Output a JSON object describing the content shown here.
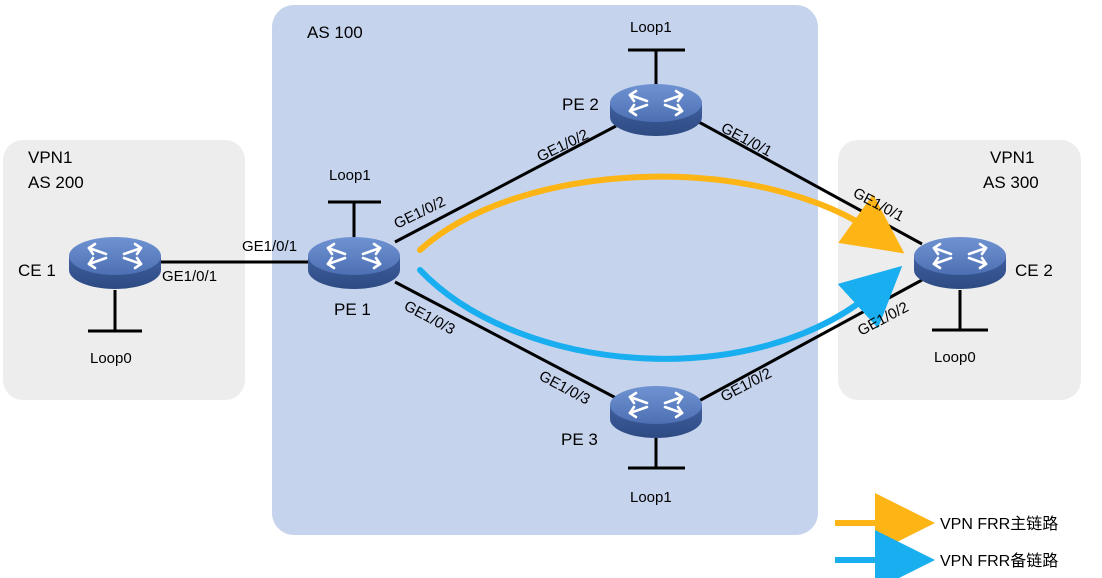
{
  "regions": {
    "vpn1_left": {
      "line1": "VPN1",
      "line2": "AS 200"
    },
    "as100": {
      "label": "AS 100"
    },
    "vpn1_right": {
      "line1": "VPN1",
      "line2": "AS 300"
    }
  },
  "devices": {
    "ce1": {
      "name": "CE 1",
      "loop": "Loop0"
    },
    "pe1": {
      "name": "PE 1",
      "loop": "Loop1"
    },
    "pe2": {
      "name": "PE 2",
      "loop": "Loop1"
    },
    "pe3": {
      "name": "PE 3",
      "loop": "Loop1"
    },
    "ce2": {
      "name": "CE 2",
      "loop": "Loop0"
    }
  },
  "interfaces": {
    "ce1_pe1": "GE1/0/1",
    "pe1_ce1": "GE1/0/1",
    "pe1_pe2": "GE1/0/2",
    "pe2_pe1": "GE1/0/2",
    "pe2_ce2": "GE1/0/1",
    "ce2_pe2": "GE1/0/1",
    "pe1_pe3": "GE1/0/3",
    "pe3_pe1": "GE1/0/3",
    "pe3_ce2": "GE1/0/2",
    "ce2_pe3": "GE1/0/2"
  },
  "legend": {
    "primary": "VPN FRR主链路",
    "backup": "VPN FRR备链路"
  },
  "colors": {
    "primary_path": "#FDB515",
    "backup_path": "#19AEEF",
    "as100_bg": "#C5D3EC",
    "vpn_bg": "#EDEDED",
    "router": "#5A7DBE"
  }
}
